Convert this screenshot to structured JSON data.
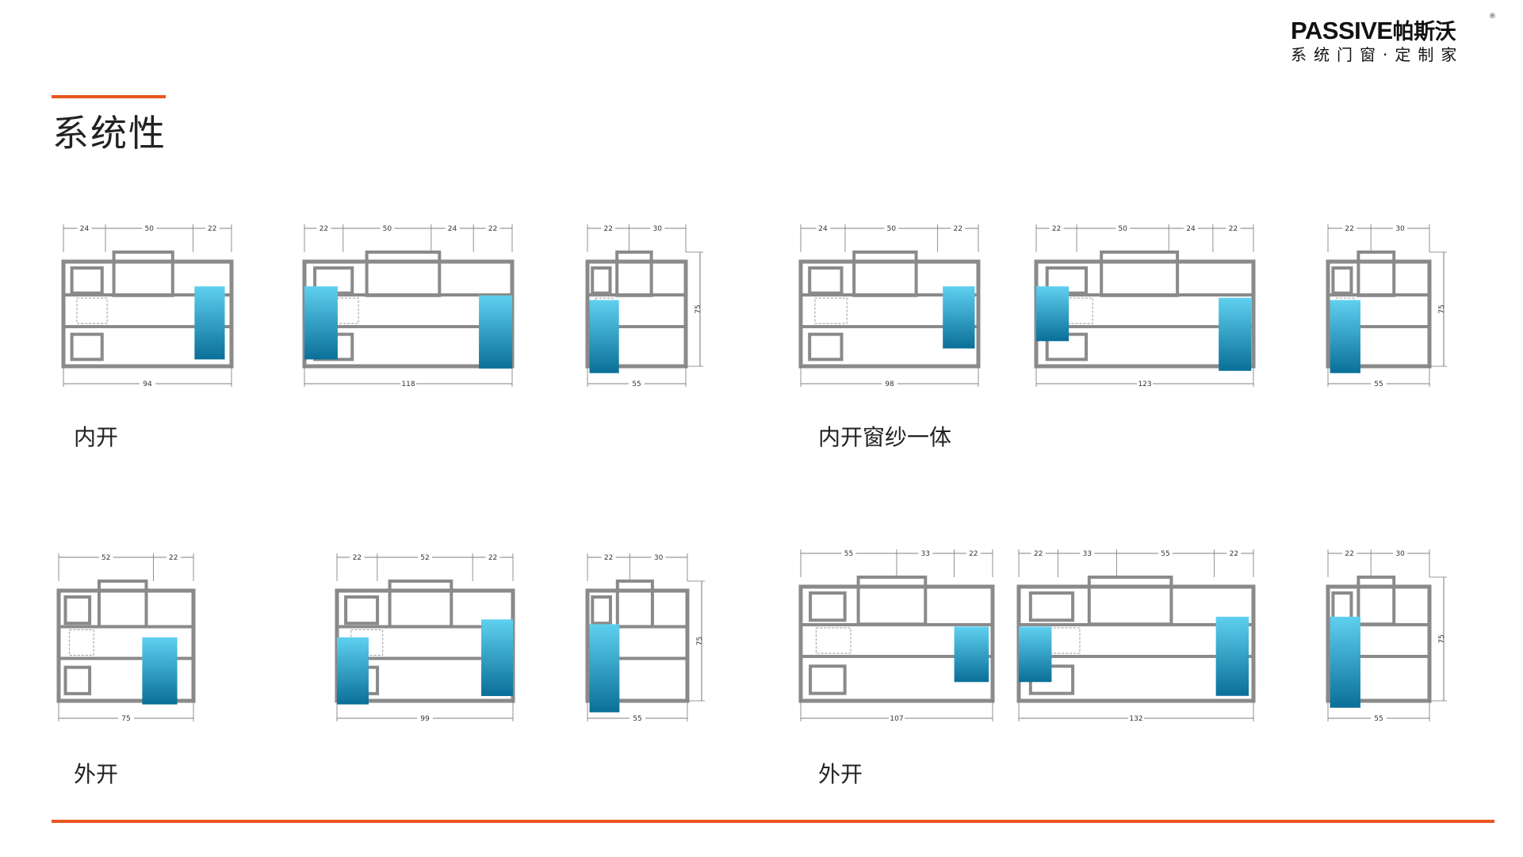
{
  "brand": {
    "name_en": "PASSIVE",
    "name_cn": "帕斯沃",
    "tagline": "系统门窗·定制家",
    "registered": "®"
  },
  "title": "系统性",
  "colors": {
    "accent": "#e8561e",
    "profile": "#8a8a8a",
    "glass_top": "#5fd0f0",
    "glass_bottom": "#0a6f98"
  },
  "sections": [
    {
      "label": "内开",
      "diagrams": [
        {
          "top_dims": [
            "24",
            "50",
            "22"
          ],
          "bottom_dim": "94"
        },
        {
          "top_dims": [
            "22",
            "50",
            "24",
            "22"
          ],
          "bottom_dim": "118"
        },
        {
          "top_dims": [
            "22",
            "30"
          ],
          "bottom_dim": "55",
          "side_dim": "75"
        }
      ]
    },
    {
      "label": "内开窗纱一体",
      "diagrams": [
        {
          "top_dims": [
            "24",
            "50",
            "22"
          ],
          "bottom_dim": "98"
        },
        {
          "top_dims": [
            "22",
            "50",
            "24",
            "22"
          ],
          "bottom_dim": "123"
        },
        {
          "top_dims": [
            "22",
            "30"
          ],
          "bottom_dim": "55",
          "side_dim": "75"
        }
      ]
    },
    {
      "label": "外开",
      "diagrams": [
        {
          "top_dims": [
            "52",
            "22"
          ],
          "bottom_dim": "75"
        },
        {
          "top_dims": [
            "22",
            "52",
            "22"
          ],
          "bottom_dim": "99"
        },
        {
          "top_dims": [
            "22",
            "30"
          ],
          "bottom_dim": "55",
          "side_dim": "75"
        }
      ]
    },
    {
      "label": "外开",
      "diagrams": [
        {
          "top_dims": [
            "55",
            "33",
            "22"
          ],
          "bottom_dim": "107"
        },
        {
          "top_dims": [
            "22",
            "33",
            "55",
            "22"
          ],
          "bottom_dim": "132"
        },
        {
          "top_dims": [
            "22",
            "30"
          ],
          "bottom_dim": "55",
          "side_dim": "75"
        }
      ]
    }
  ]
}
